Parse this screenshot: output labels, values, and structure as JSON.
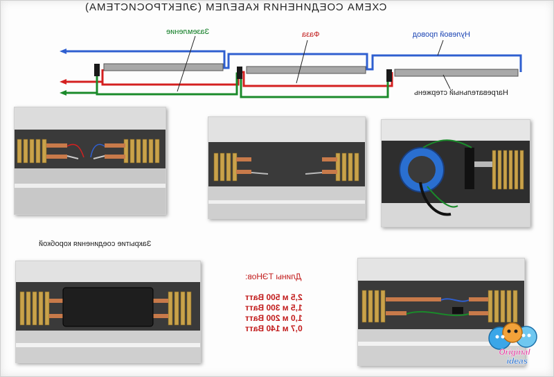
{
  "title": "СХЕМА СОЕДИНЕНИЯ КАБЕЛЕМ (ЭЛЕКТРОСИСТЕМА)",
  "labels": {
    "ground": "Заземление",
    "phase": "Фаза",
    "neutral": "Нулевой провод",
    "heating_rod": "Нагревательный стержень",
    "close_box": "Закрытие соединения коробкой"
  },
  "lengths": {
    "title": "Длины ТЭНов:",
    "rows": [
      "2,5 м 500 Ватт",
      "1,5 м 300 Ватт",
      "1,0 м 200 Ватт",
      "0,7 м 140 Ватт"
    ]
  },
  "logo": {
    "line1": "Original",
    "line2": "ideas"
  },
  "colors": {
    "neutral": "#2f5fd0",
    "phase": "#d42020",
    "ground": "#1a8a2a",
    "lengths_text": "#c11a1a",
    "brass": "#c9a24a",
    "rod": "#a8a8a8"
  }
}
